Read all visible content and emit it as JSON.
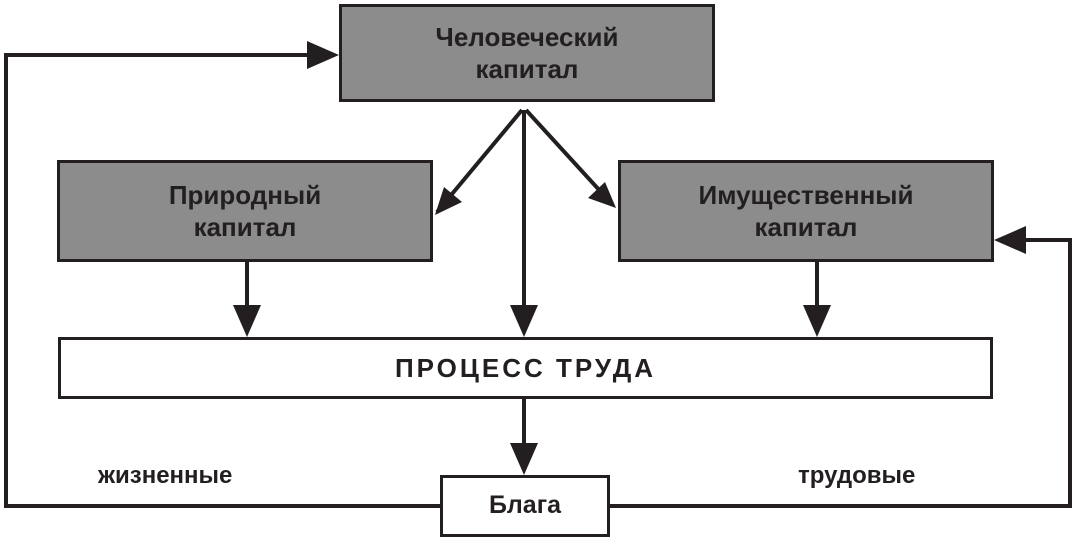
{
  "diagram": {
    "nodes": {
      "human_capital": {
        "line1": "Человеческий",
        "line2": "капитал"
      },
      "natural_capital": {
        "line1": "Природный",
        "line2": "капитал"
      },
      "property_capital": {
        "line1": "Имущественный",
        "line2": "капитал"
      },
      "labor_process": {
        "label": "ПРОЦЕСС ТРУДА"
      },
      "goods": {
        "label": "Блага"
      }
    },
    "edge_labels": {
      "vital": "жизненные",
      "labor": "трудовые"
    },
    "colors": {
      "box_fill_grey": "#8c8c8c",
      "box_fill_white": "#ffffff",
      "stroke": "#231f20"
    }
  }
}
